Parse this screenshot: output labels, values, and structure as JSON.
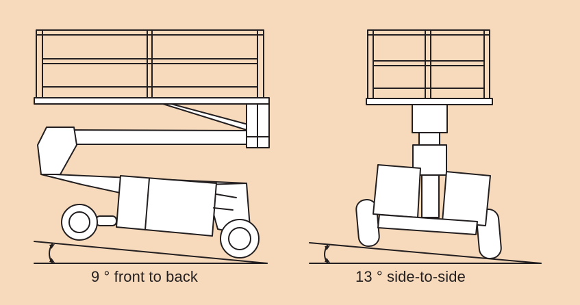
{
  "colors": {
    "background": "#f7d9bb",
    "line": "#231f20",
    "fill": "#ffffff"
  },
  "figures": [
    {
      "caption": "9 ° front to back",
      "slope_deg": 9,
      "view": "side"
    },
    {
      "caption": "13 ° side-to-side",
      "slope_deg": 13,
      "view": "rear"
    }
  ]
}
